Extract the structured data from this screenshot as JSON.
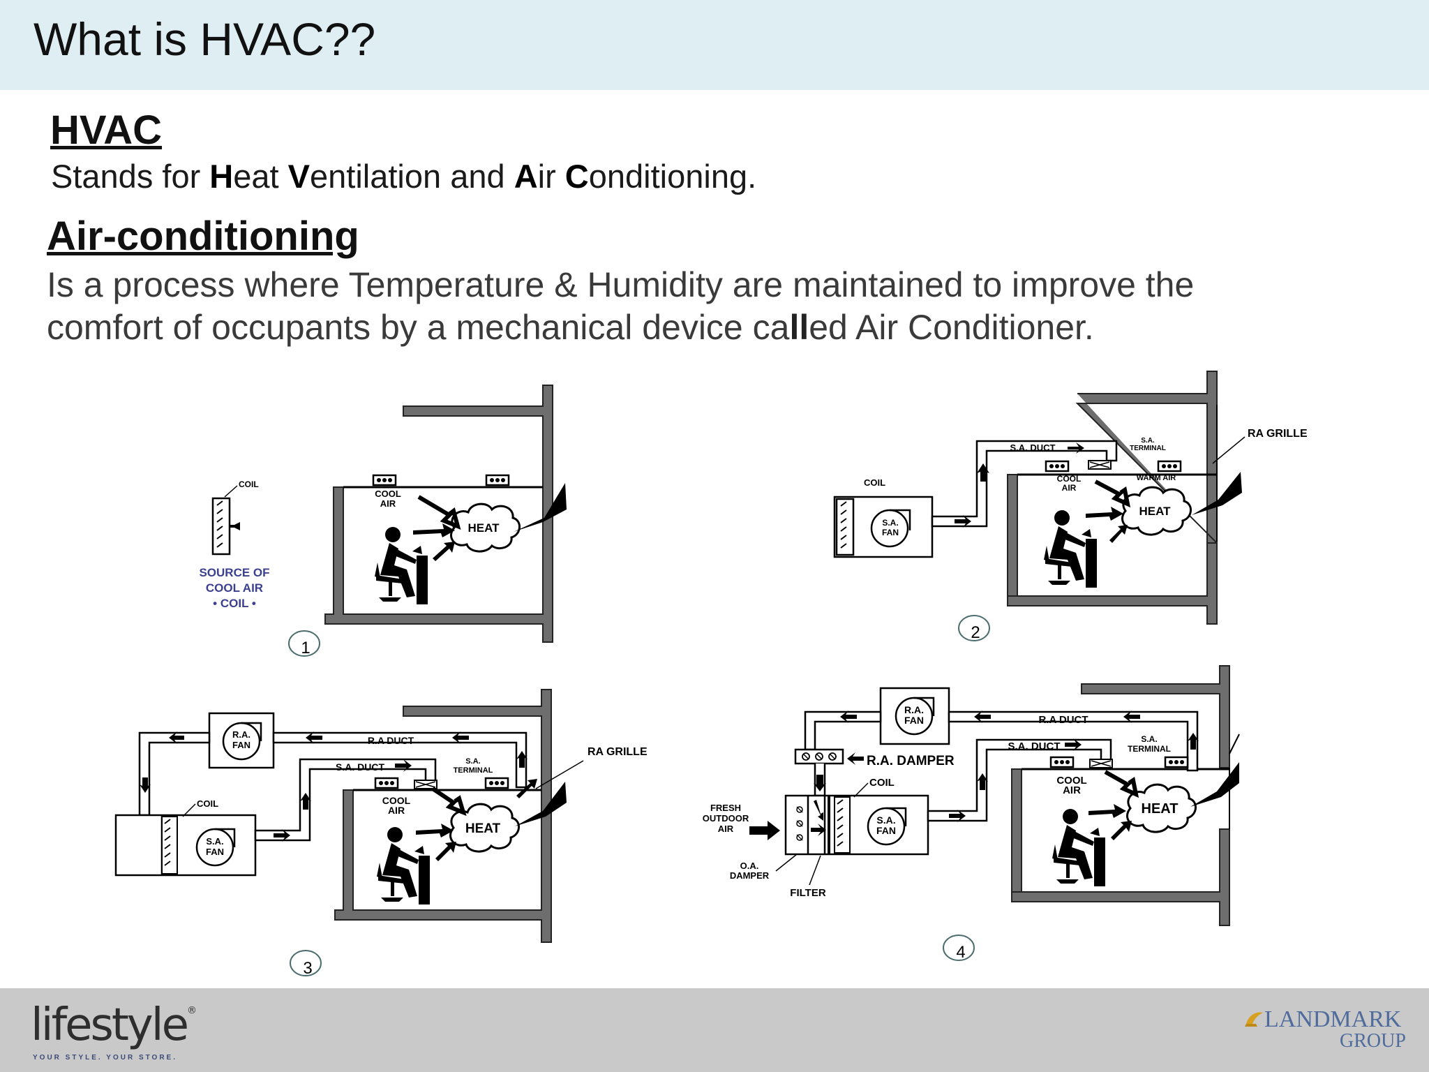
{
  "slide": {
    "title": "What is HVAC??",
    "hvac_heading": "HVAC",
    "hvac_definition": {
      "p1": "Stands for ",
      "h": "H",
      "p2": "eat ",
      "v": "V",
      "p3": "entilation and ",
      "a": "A",
      "p4": "ir ",
      "c": "C",
      "p5": "onditioning."
    },
    "ac_heading": "Air-conditioning",
    "ac_definition": {
      "line1": "Is a process where Temperature & Humidity are maintained to improve the",
      "line2a": "comfort of occupants by a mechanical device ca",
      "line2b": "ll",
      "line2c": "ed Air Conditioner."
    }
  },
  "diagrams": {
    "d1": {
      "number": "1",
      "coil": "COIL",
      "source1": "SOURCE OF",
      "source2": "COOL AIR",
      "source3": "• COIL •",
      "cool": "COOL",
      "air": "AIR",
      "heat": "HEAT"
    },
    "d2": {
      "number": "2",
      "coil": "COIL",
      "sa": "S.A.",
      "fan": "FAN",
      "sa_duct": "S.A. DUCT",
      "sa_terminal1": "S.A.",
      "sa_terminal2": "TERMINAL",
      "cool": "COOL",
      "air": "AIR",
      "warm_air": "WARM AIR",
      "heat": "HEAT",
      "ra_grille": "RA GRILLE"
    },
    "d3": {
      "number": "3",
      "ra": "R.A.",
      "fan": "FAN",
      "ra_duct": "R.A DUCT",
      "sa_duct": "S.A. DUCT",
      "sa_terminal1": "S.A.",
      "sa_terminal2": "TERMINAL",
      "coil": "COIL",
      "sa": "S.A.",
      "cool": "COOL",
      "air": "AIR",
      "heat": "HEAT",
      "ra_grille": "RA GRILLE"
    },
    "d4": {
      "number": "4",
      "ra": "R.A.",
      "fan": "FAN",
      "ra_duct": "R.A DUCT",
      "ra_damper": "R.A. DAMPER",
      "sa_duct": "S.A. DUCT",
      "sa_terminal1": "S.A.",
      "sa_terminal2": "TERMINAL",
      "coil": "COIL",
      "fresh1": "FRESH",
      "fresh2": "OUTDOOR",
      "fresh3": "AIR",
      "oa1": "O.A.",
      "oa2": "DAMPER",
      "filter": "FILTER",
      "sa": "S.A.",
      "cool": "COOL",
      "air": "AIR",
      "heat": "HEAT"
    }
  },
  "footer": {
    "left_logo": "lifestyle",
    "left_logo_mark": "®",
    "tagline": "YOUR STYLE. YOUR STORE.",
    "right_logo_1": "LANDMARK",
    "right_logo_2": "GROUP"
  }
}
